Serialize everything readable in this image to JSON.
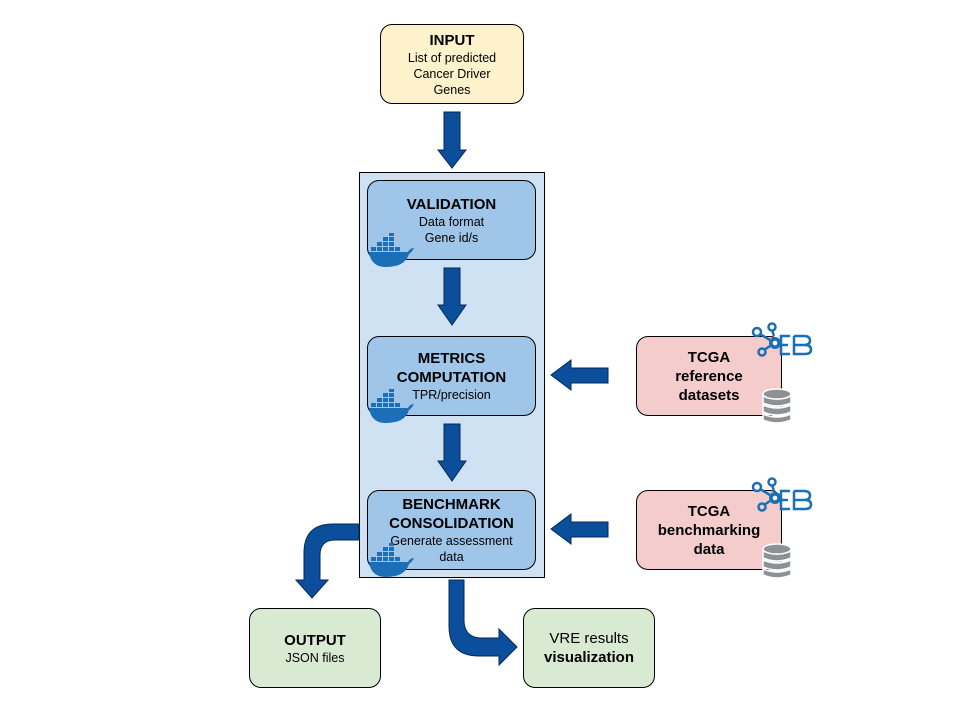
{
  "input": {
    "title": "INPUT",
    "line1": "List of predicted",
    "line2": "Cancer Driver",
    "line3": "Genes"
  },
  "validation": {
    "title": "VALIDATION",
    "line1": "Data format",
    "line2": "Gene id/s"
  },
  "metrics": {
    "title1": "METRICS",
    "title2": "COMPUTATION",
    "line1": "TPR/precision"
  },
  "consolidation": {
    "title1": "BENCHMARK",
    "title2": "CONSOLIDATION",
    "line1": "Generate assessment",
    "line2": "data"
  },
  "tcga_reference": {
    "line1": "TCGA",
    "line2": "reference",
    "line3": "datasets"
  },
  "tcga_benchmarking": {
    "line1": "TCGA",
    "line2": "benchmarking",
    "line3": "data"
  },
  "output": {
    "title": "OUTPUT",
    "line1": "JSON files"
  },
  "vre": {
    "line1": "VRE results",
    "line2": "visualization"
  },
  "icons": {
    "container": "docker-whale-icon",
    "logo": "openebench-logo-icon",
    "database": "database-icon"
  },
  "colors": {
    "arrow": "#0b4f9c",
    "input_fill": "#fdf2cc",
    "pipeline_fill": "#cfe2f3",
    "step_fill": "#9fc5e8",
    "reference_fill": "#f4cccc",
    "output_fill": "#d9ead3",
    "docker_blue": "#1c6fb7"
  }
}
